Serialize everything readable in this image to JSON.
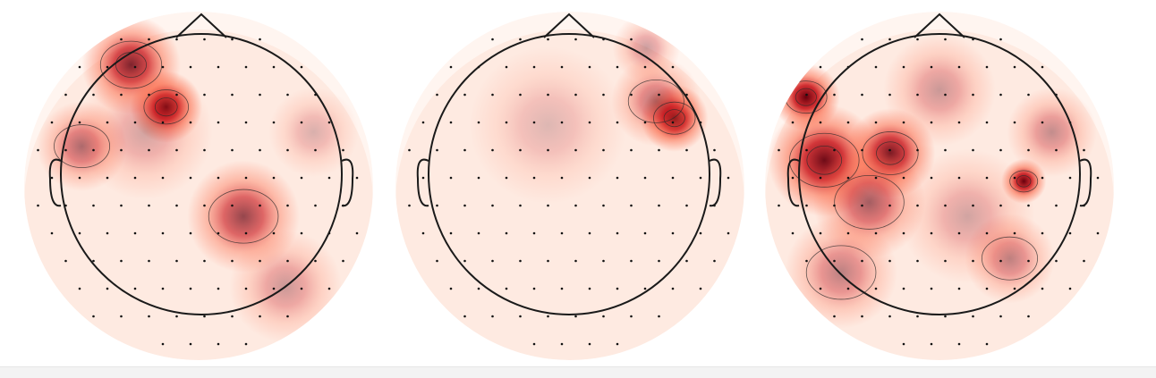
{
  "figure": {
    "kind": "EEG topographic maps",
    "colormap": "Reds",
    "colors": {
      "low": "#fff5f0",
      "mid": "#fb6a4a",
      "high": "#67000d",
      "outline": "#1a1a1a",
      "contour": "#2b2b2b",
      "sensor": "#111111"
    },
    "panels": [
      {
        "name": "topomap-1",
        "hot_spots": [
          {
            "lx": -0.5,
            "ly": -0.78,
            "r": 0.22,
            "w": 0.85
          },
          {
            "lx": -0.25,
            "ly": -0.48,
            "r": 0.16,
            "w": 1.0
          },
          {
            "lx": -0.85,
            "ly": -0.2,
            "r": 0.2,
            "w": 0.55
          },
          {
            "lx": 0.3,
            "ly": 0.3,
            "r": 0.25,
            "w": 0.7
          },
          {
            "lx": -0.4,
            "ly": -0.3,
            "r": 0.3,
            "w": 0.3
          },
          {
            "lx": 0.6,
            "ly": 0.8,
            "r": 0.25,
            "w": 0.35
          },
          {
            "lx": 0.8,
            "ly": -0.3,
            "r": 0.2,
            "w": 0.25
          }
        ]
      },
      {
        "name": "topomap-2",
        "hot_spots": [
          {
            "lx": 0.75,
            "ly": -0.4,
            "r": 0.15,
            "w": 1.0
          },
          {
            "lx": 0.62,
            "ly": -0.52,
            "r": 0.2,
            "w": 0.5
          },
          {
            "lx": -0.15,
            "ly": -0.35,
            "r": 0.35,
            "w": 0.22
          },
          {
            "lx": 0.55,
            "ly": -0.9,
            "r": 0.15,
            "w": 0.35
          }
        ]
      },
      {
        "name": "topomap-3",
        "hot_spots": [
          {
            "lx": -0.95,
            "ly": -0.55,
            "r": 0.15,
            "w": 1.0
          },
          {
            "lx": -0.82,
            "ly": -0.1,
            "r": 0.25,
            "w": 0.95
          },
          {
            "lx": -0.35,
            "ly": -0.15,
            "r": 0.2,
            "w": 0.9
          },
          {
            "lx": 0.6,
            "ly": 0.05,
            "r": 0.1,
            "w": 1.0
          },
          {
            "lx": -0.5,
            "ly": 0.2,
            "r": 0.25,
            "w": 0.6
          },
          {
            "lx": 0.8,
            "ly": -0.3,
            "r": 0.2,
            "w": 0.4
          },
          {
            "lx": 0.5,
            "ly": 0.6,
            "r": 0.2,
            "w": 0.45
          },
          {
            "lx": -0.7,
            "ly": 0.7,
            "r": 0.25,
            "w": 0.45
          },
          {
            "lx": 0.0,
            "ly": -0.6,
            "r": 0.25,
            "w": 0.35
          },
          {
            "lx": 0.2,
            "ly": 0.3,
            "r": 0.3,
            "w": 0.3
          }
        ]
      }
    ]
  }
}
